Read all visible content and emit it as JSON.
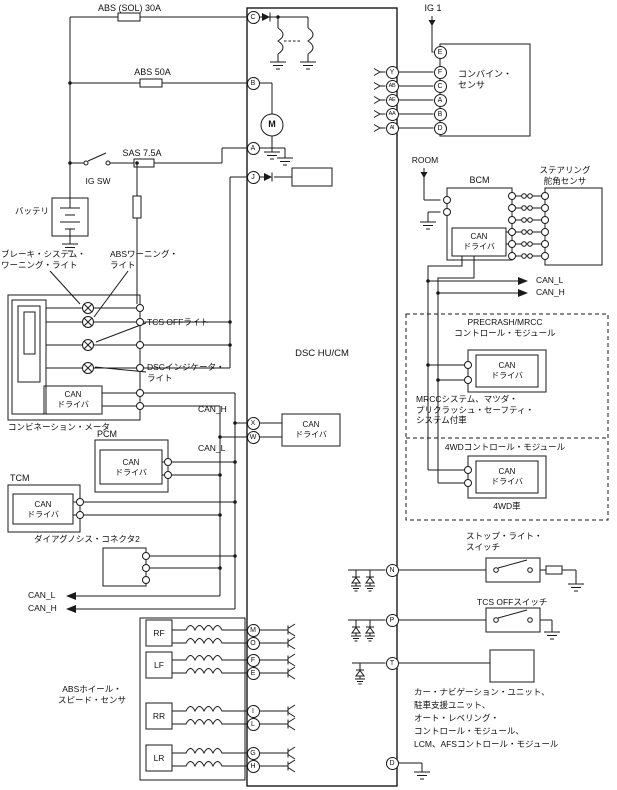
{
  "unit": {
    "name": "DSC HU/CM",
    "motor": "M",
    "can_driver": "CAN\nドライバ"
  },
  "power": {
    "fuse_abs_sol": "ABS (SOL) 30A",
    "fuse_abs": "ABS 50A",
    "fuse_sas": "SAS 7.5A",
    "ig_sw": "IG SW",
    "battery": "バッテリ",
    "ig1": "IG 1",
    "room": "ROOM"
  },
  "bus": {
    "can_l": "CAN_L",
    "can_h": "CAN_H"
  },
  "left": {
    "brake_warning_light": "ブレーキ・システム・\nワーニング・ライト",
    "abs_warning_light": "ABSワーニング・\nライト",
    "tcs_off_light": "TCS OFFライト",
    "dsc_indicator_light": "DSCインジケータ・\nライト",
    "combination_meter": "コンビネーション・メータ",
    "pcm": "PCM",
    "tcm": "TCM",
    "diagnosis_connector": "ダイアグノシス・コネクタ2",
    "abs_wheel_speed_sensor": "ABSホイール・\nスピード・センサ",
    "wheels": [
      "RF",
      "LF",
      "RR",
      "LR"
    ]
  },
  "right": {
    "combine_sensor": "コンバイン・\nセンサ",
    "bcm": "BCM",
    "steering_angle_sensor": "ステアリング\n舵角センサ",
    "precrash_module": "PRECRASH/MRCC\nコントロール・モジュール",
    "mrcc_note": "MRCCシステム、マツダ・\nプリクラッシュ・セーフティ・\nシステム付車",
    "fourwd_module": "4WDコントロール・モジュール",
    "fourwd_note": "4WD車",
    "stop_light_switch": "ストップ・ライト・\nスイッチ",
    "tcs_off_switch": "TCS OFFスイッチ",
    "other_units": "カー・ナビゲーション・ユニット、\n駐車支援ユニット、\nオート・レベリング・\nコントロール・モジュール、\nLCM、AFSコントロール・モジュール"
  },
  "pins": {
    "left": [
      "C",
      "B",
      "A",
      "J",
      "X",
      "W",
      "M",
      "O",
      "F",
      "E",
      "I",
      "L",
      "G",
      "H"
    ],
    "right": [
      "Y",
      "AB",
      "AE",
      "AA",
      "AI",
      "N",
      "P",
      "T",
      "D"
    ],
    "combine": [
      "E",
      "F",
      "C",
      "A",
      "B",
      "D"
    ]
  }
}
